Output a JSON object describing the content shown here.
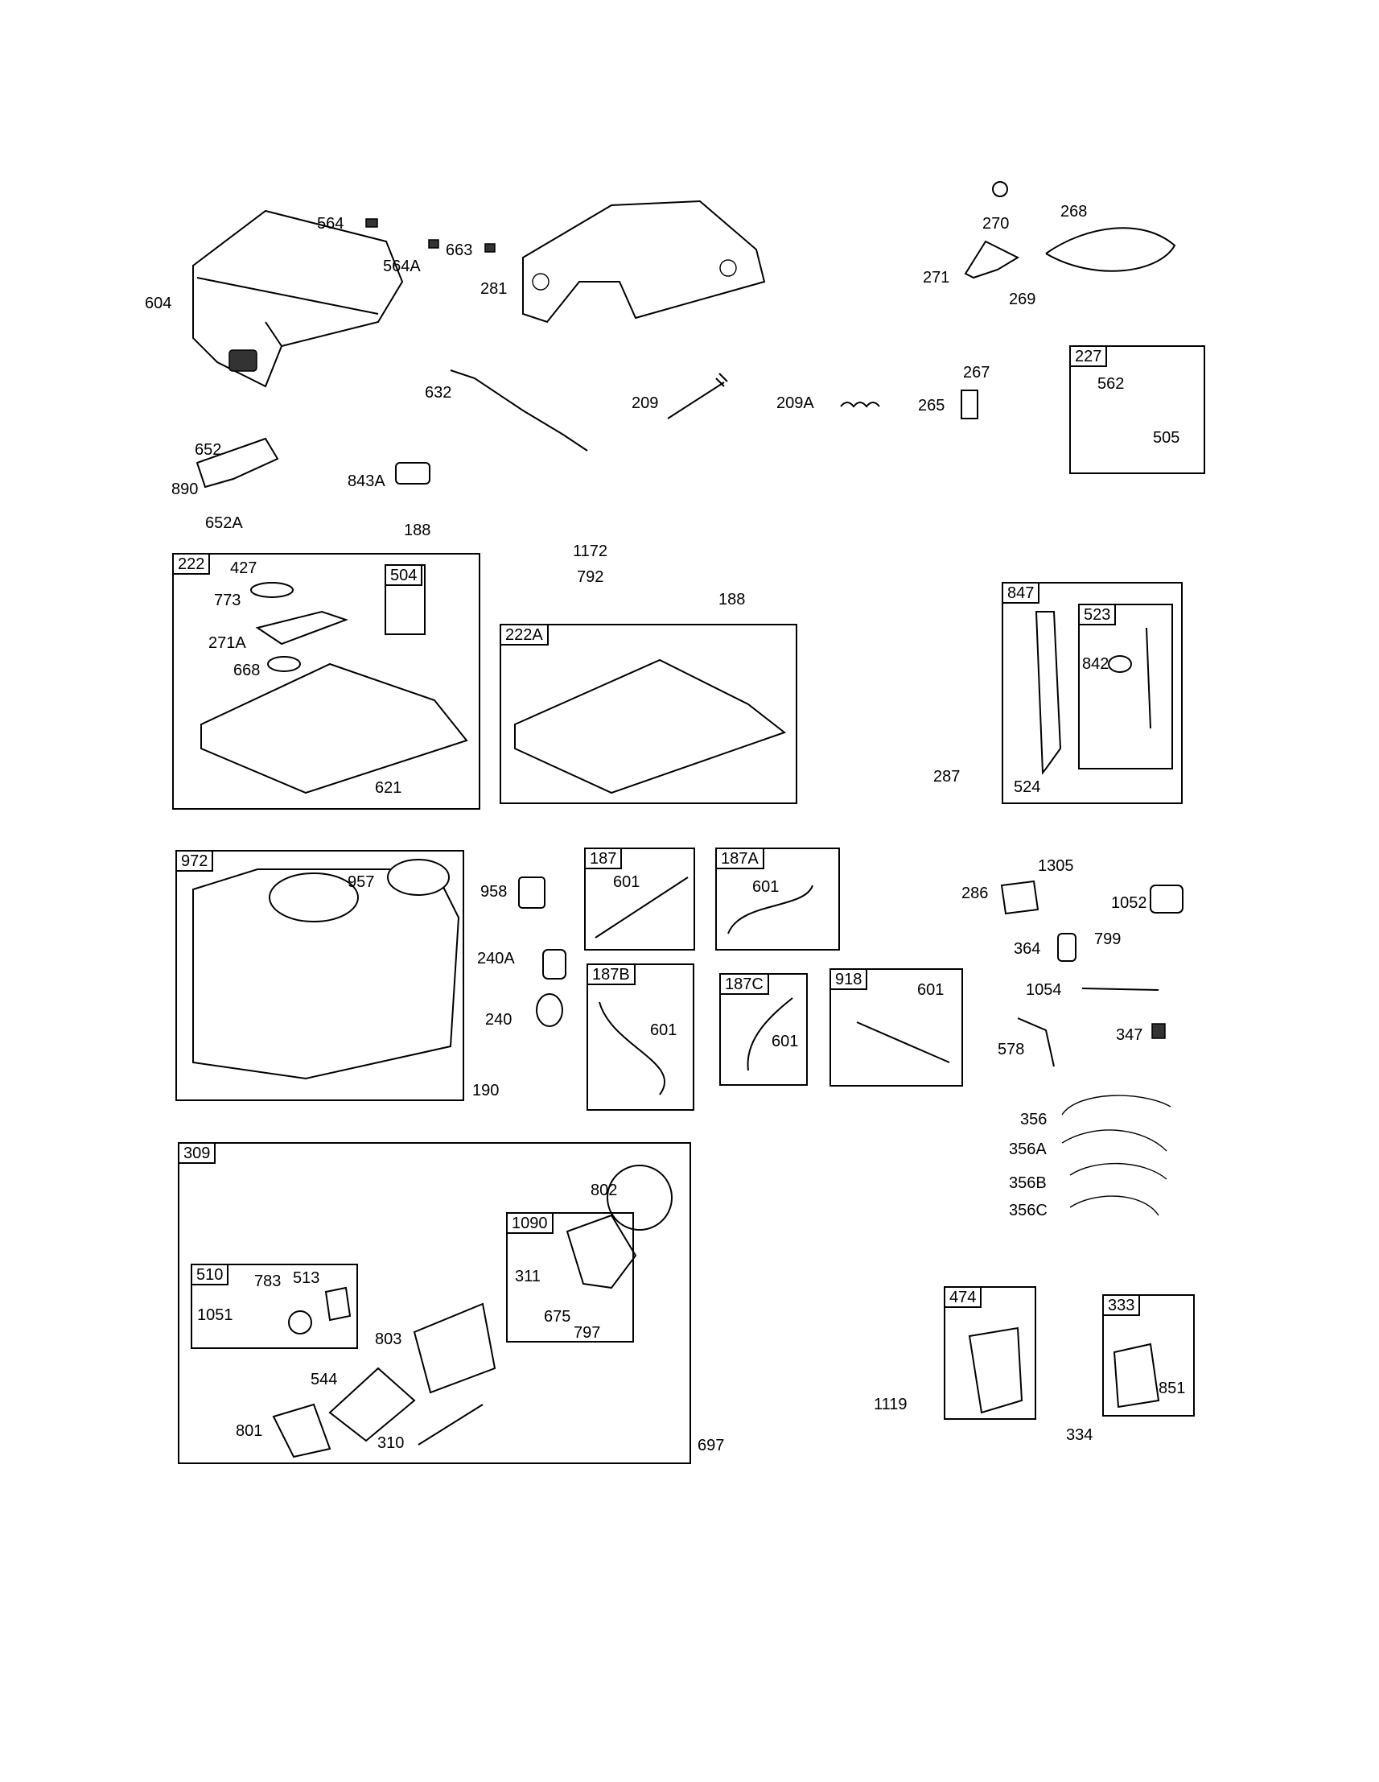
{
  "groups": [
    {
      "id": "222",
      "label": "222"
    },
    {
      "id": "504",
      "label": "504"
    },
    {
      "id": "222A",
      "label": "222A"
    },
    {
      "id": "227",
      "label": "227"
    },
    {
      "id": "847",
      "label": "847"
    },
    {
      "id": "523",
      "label": "523"
    },
    {
      "id": "972",
      "label": "972"
    },
    {
      "id": "187",
      "label": "187"
    },
    {
      "id": "187A",
      "label": "187A"
    },
    {
      "id": "187B",
      "label": "187B"
    },
    {
      "id": "187C",
      "label": "187C"
    },
    {
      "id": "918",
      "label": "918"
    },
    {
      "id": "309",
      "label": "309"
    },
    {
      "id": "510",
      "label": "510"
    },
    {
      "id": "1090",
      "label": "1090"
    },
    {
      "id": "474",
      "label": "474"
    },
    {
      "id": "333",
      "label": "333"
    }
  ],
  "callouts": [
    "564",
    "564A",
    "663",
    "604",
    "281",
    "270",
    "268",
    "271",
    "269",
    "632",
    "209",
    "209A",
    "267",
    "265",
    "562",
    "505",
    "652",
    "890",
    "652A",
    "843A",
    "188",
    "427",
    "773",
    "271A",
    "668",
    "621",
    "1172",
    "792",
    "188",
    "842",
    "287",
    "524",
    "957",
    "958",
    "601",
    "601",
    "240A",
    "240",
    "190",
    "601",
    "601",
    "601",
    "286",
    "1305",
    "1052",
    "364",
    "799",
    "1054",
    "578",
    "347",
    "356",
    "356A",
    "356B",
    "356C",
    "802",
    "311",
    "675",
    "797",
    "783",
    "513",
    "1051",
    "803",
    "544",
    "801",
    "310",
    "697",
    "1119",
    "851",
    "334"
  ]
}
